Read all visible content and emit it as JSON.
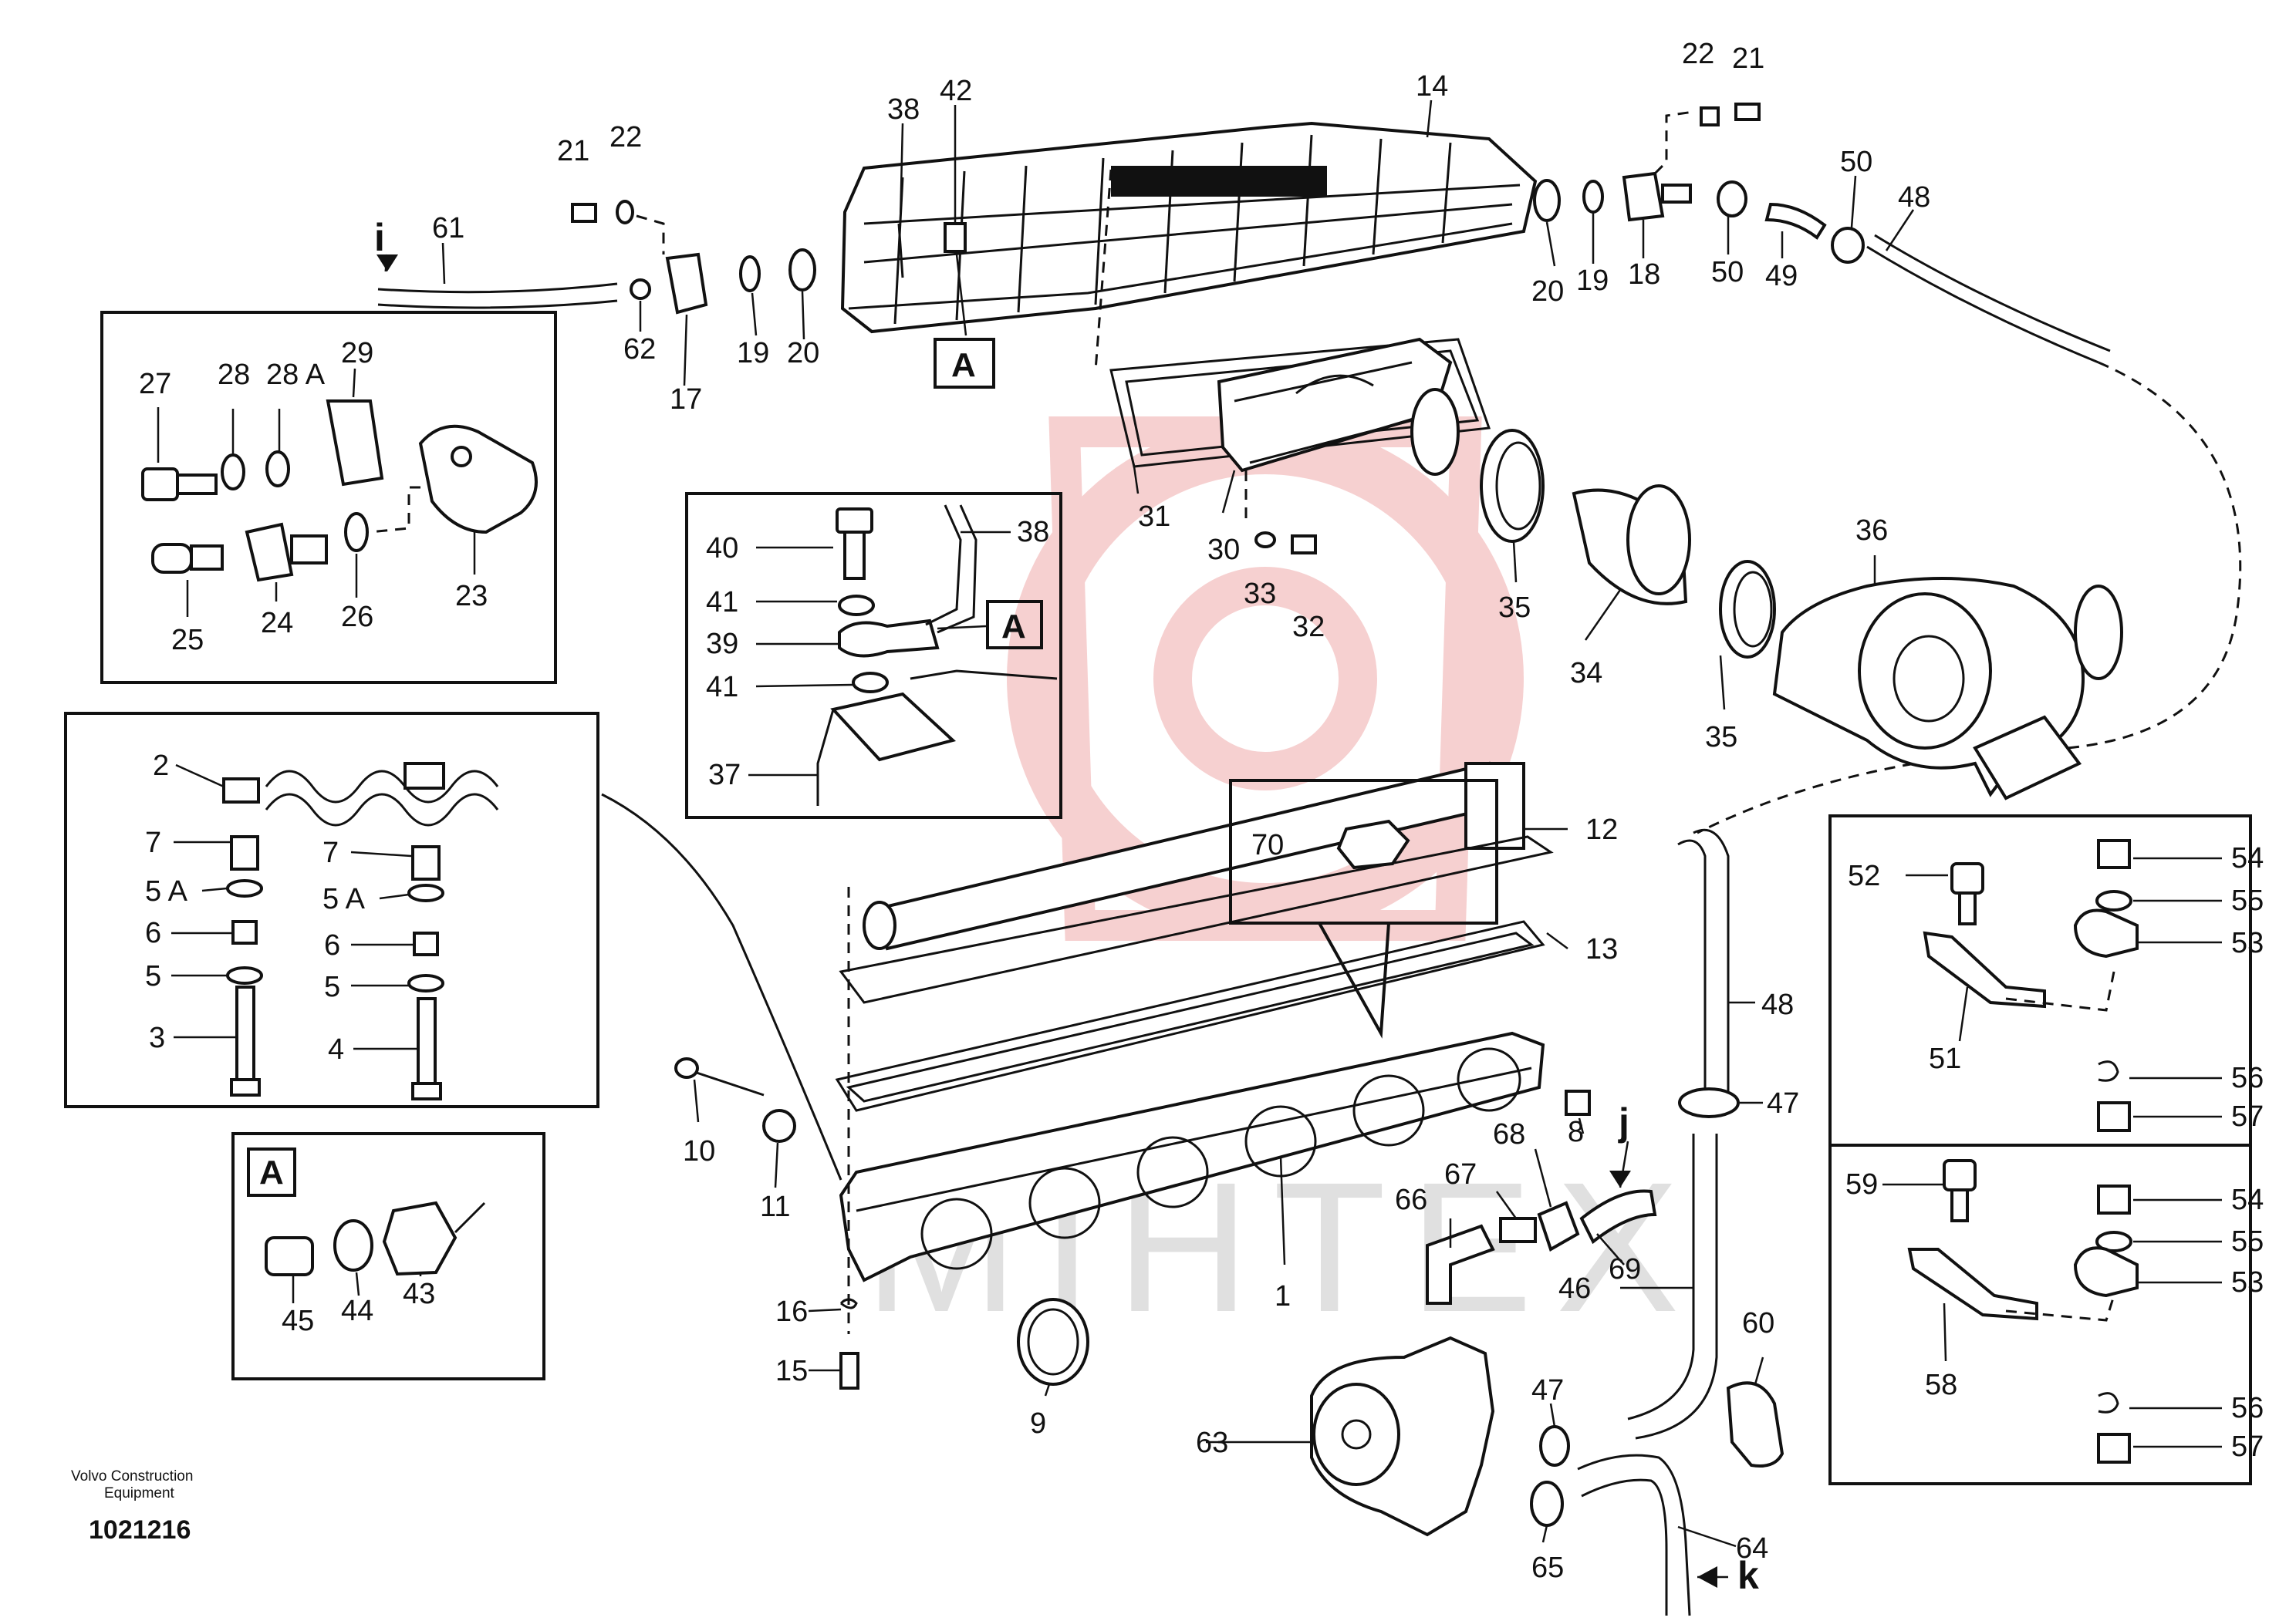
{
  "credit": {
    "line1": "Volvo Construction",
    "line2": "Equipment",
    "document_number": "1021216"
  },
  "watermark": "MIHTEX",
  "flow_markers": {
    "i": "i",
    "j": "j",
    "k": "k"
  },
  "detail_markers": {
    "a_main": "A",
    "a_inset": "A",
    "a_box": "A"
  },
  "callouts": {
    "c1": "1",
    "c2": "2",
    "c3": "3",
    "c4": "4",
    "c5a": "5",
    "c5b": "5",
    "c5A1": "5 A",
    "c5A2": "5 A",
    "c6a": "6",
    "c6b": "6",
    "c7a": "7",
    "c7b": "7",
    "c8": "8",
    "c9": "9",
    "c10": "10",
    "c11": "11",
    "c12": "12",
    "c13": "13",
    "c14": "14",
    "c15": "15",
    "c16": "16",
    "c17": "17",
    "c18": "18",
    "c19a": "19",
    "c19b": "19",
    "c20a": "20",
    "c20b": "20",
    "c21a": "21",
    "c21b": "21",
    "c22a": "22",
    "c22b": "22",
    "c23": "23",
    "c24": "24",
    "c25": "25",
    "c26": "26",
    "c27": "27",
    "c28": "28",
    "c28A": "28 A",
    "c29": "29",
    "c30": "30",
    "c31": "31",
    "c32": "32",
    "c33": "33",
    "c34": "34",
    "c35a": "35",
    "c35b": "35",
    "c36": "36",
    "c37": "37",
    "c38a": "38",
    "c38b": "38",
    "c39": "39",
    "c40": "40",
    "c41a": "41",
    "c41b": "41",
    "c42": "42",
    "c43": "43",
    "c44": "44",
    "c45": "45",
    "c46": "46",
    "c47a": "47",
    "c47b": "47",
    "c48a": "48",
    "c48b": "48",
    "c49": "49",
    "c50a": "50",
    "c50b": "50",
    "c51": "51",
    "c52": "52",
    "c53a": "53",
    "c53b": "53",
    "c54a": "54",
    "c54b": "54",
    "c55a": "55",
    "c55b": "55",
    "c56a": "56",
    "c56b": "56",
    "c57a": "57",
    "c57b": "57",
    "c58": "58",
    "c59": "59",
    "c60": "60",
    "c61": "61",
    "c62": "62",
    "c63": "63",
    "c64": "64",
    "c65": "65",
    "c66": "66",
    "c67": "67",
    "c68": "68",
    "c69": "69",
    "c70": "70"
  }
}
